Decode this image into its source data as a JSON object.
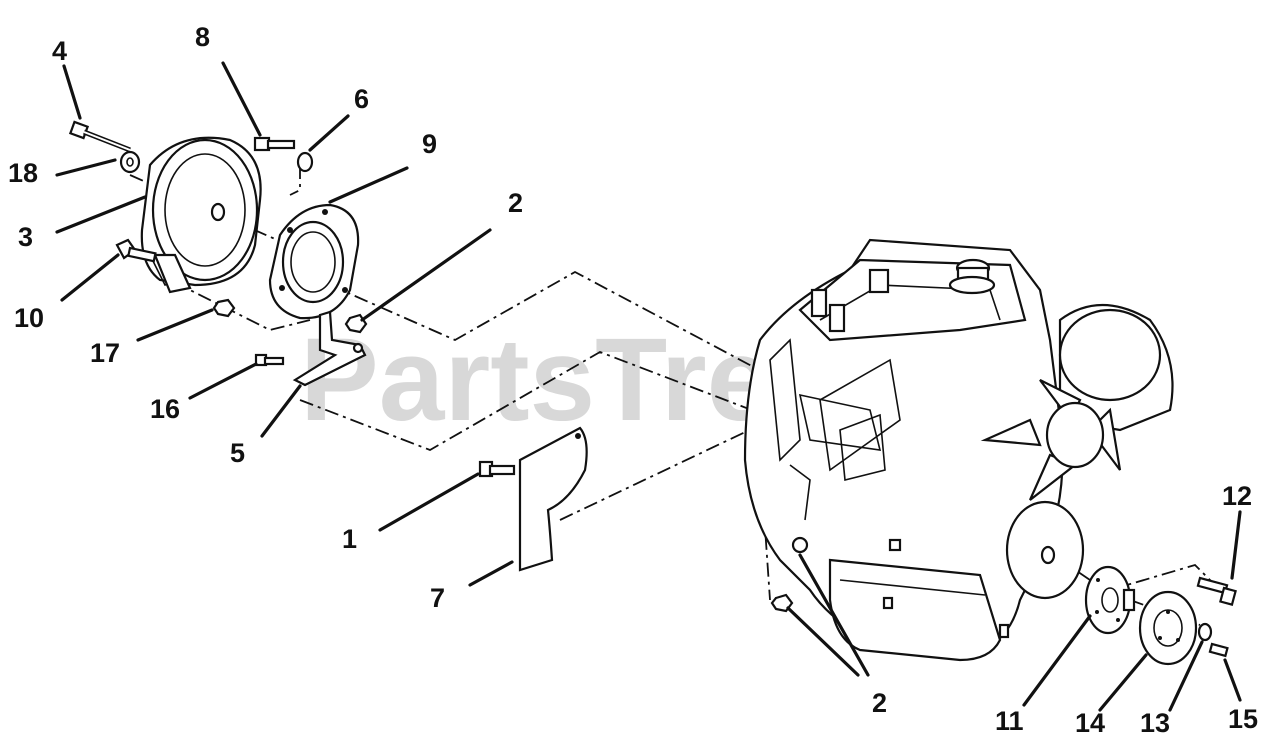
{
  "watermark": "PartsTree",
  "callouts": [
    {
      "id": "c4",
      "text": "4"
    },
    {
      "id": "c8",
      "text": "8"
    },
    {
      "id": "c6",
      "text": "6"
    },
    {
      "id": "c9",
      "text": "9"
    },
    {
      "id": "c18",
      "text": "18"
    },
    {
      "id": "c3",
      "text": "3"
    },
    {
      "id": "c2a",
      "text": "2"
    },
    {
      "id": "c10",
      "text": "10"
    },
    {
      "id": "c17",
      "text": "17"
    },
    {
      "id": "c16",
      "text": "16"
    },
    {
      "id": "c5",
      "text": "5"
    },
    {
      "id": "c1",
      "text": "1"
    },
    {
      "id": "c7",
      "text": "7"
    },
    {
      "id": "c2b",
      "text": "2"
    },
    {
      "id": "c12",
      "text": "12"
    },
    {
      "id": "c11",
      "text": "11"
    },
    {
      "id": "c14",
      "text": "14"
    },
    {
      "id": "c13",
      "text": "13"
    },
    {
      "id": "c15",
      "text": "15"
    }
  ]
}
